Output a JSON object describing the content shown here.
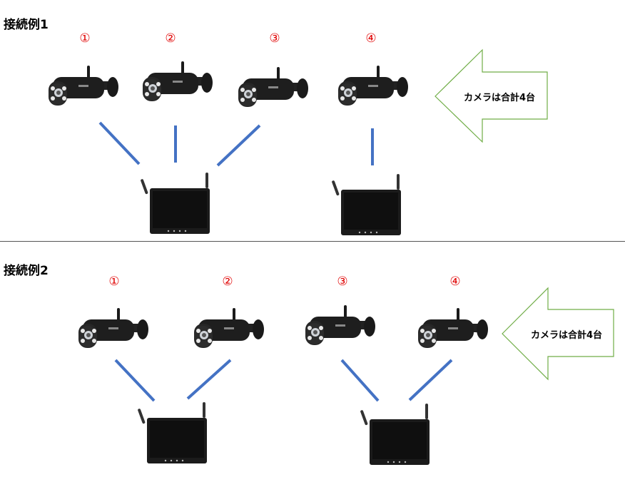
{
  "sections": [
    {
      "title": "接続例1",
      "numbers": [
        "①",
        "②",
        "③",
        "④"
      ],
      "arrow_label": "カメラは合計4台"
    },
    {
      "title": "接続例2",
      "numbers": [
        "①",
        "②",
        "③",
        "④"
      ],
      "arrow_label": "カメラは合計4台"
    }
  ],
  "colors": {
    "link_line": "#4472c4",
    "number_text": "#e00000",
    "arrow_outline": "#70ad47",
    "device_body": "#1c1c1c"
  },
  "icons": {
    "camera": "camera-icon",
    "monitor": "monitor-icon"
  }
}
